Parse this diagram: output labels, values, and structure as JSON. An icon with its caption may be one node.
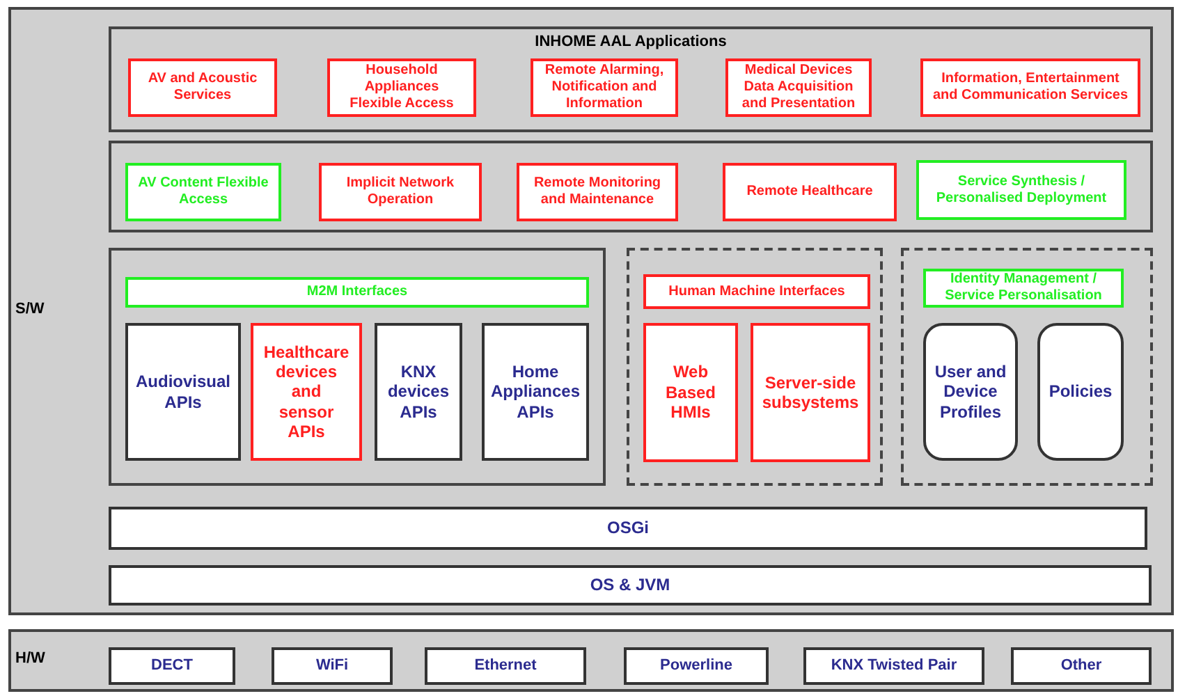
{
  "diagram": {
    "nodes": [
      {
        "text": [
          "S/W"
        ]
      },
      {
        "text": [
          "INHOME AAL Applications"
        ],
        "in": 0
      },
      {
        "text": [
          "AV and Acoustic Services"
        ],
        "in": 1
      },
      {
        "text": [
          "Household Appliances Flexible Access"
        ],
        "in": 1
      },
      {
        "text": [
          "Remote Alarming, Notification and Information"
        ],
        "in": 1
      },
      {
        "text": [
          "Medical Devices Data Acquisition and Presentation"
        ],
        "in": 1
      },
      {
        "text": [
          "Information, Entertainment and Communication Services"
        ],
        "in": 1
      },
      {
        "text": [],
        "shape": "box",
        "in": 0
      },
      {
        "text": [
          "AV Content Flexible Access"
        ],
        "in": 7
      },
      {
        "text": [
          "Implicit Network Operation"
        ],
        "in": 7
      },
      {
        "text": [
          "Remote Monitoring and Maintenance"
        ],
        "in": 7
      },
      {
        "text": [
          "Remote Healthcare"
        ],
        "in": 7
      },
      {
        "text": [
          "Service Synthesis / Personalised Deployment"
        ],
        "in": 7
      },
      {
        "text": [],
        "shape": "box",
        "in": 0
      },
      {
        "text": [
          "M2M Interfaces"
        ],
        "in": 13
      },
      {
        "text": [
          "Audiovisual APIs"
        ],
        "in": 13
      },
      {
        "text": [
          "Healthcare devices and sensor APIs"
        ],
        "in": 13
      },
      {
        "text": [
          "KNX devices APIs"
        ],
        "in": 13
      },
      {
        "text": [
          "Home Appliances APIs"
        ],
        "in": 13
      },
      {
        "text": [],
        "shape": "box",
        "in": 0
      },
      {
        "text": [
          "Human Machine Interfaces"
        ],
        "in": 19
      },
      {
        "text": [
          "Web Based HMIs"
        ],
        "in": 19
      },
      {
        "text": [
          "Server-side subsystems"
        ],
        "in": 19
      },
      {
        "text": [],
        "shape": "box",
        "in": 0
      },
      {
        "text": [
          "Identity Management / Service Personalisation"
        ],
        "in": 23
      },
      {
        "text": [
          "User and Device Profiles"
        ],
        "in": 23
      },
      {
        "text": [
          "Policies"
        ],
        "in": 23
      },
      {
        "text": [
          "OSGi"
        ],
        "in": 0
      },
      {
        "text": [
          "OS & JVM"
        ],
        "in": 0
      },
      {
        "text": [
          "H/W"
        ]
      },
      {
        "text": [
          "DECT"
        ],
        "in": 29
      },
      {
        "text": [
          "WiFi"
        ],
        "in": 29
      },
      {
        "text": [
          "Ethernet"
        ],
        "in": 29
      },
      {
        "text": [
          "Powerline"
        ],
        "in": 29
      },
      {
        "text": [
          "KNX Twisted Pair"
        ],
        "in": 29
      },
      {
        "text": [
          "Other"
        ],
        "in": 29
      }
    ],
    "edges": []
  }
}
